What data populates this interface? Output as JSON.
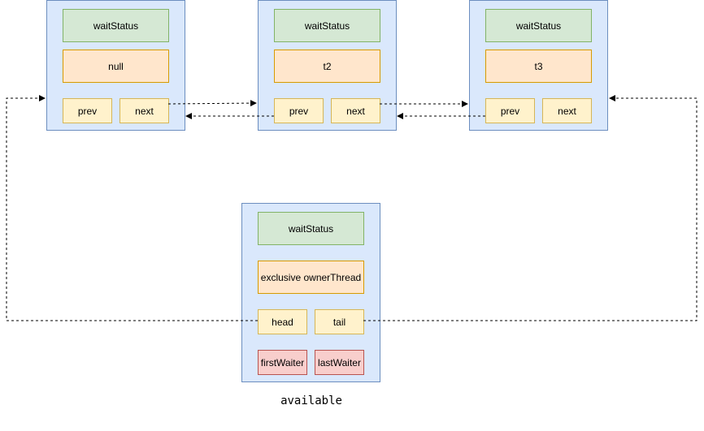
{
  "nodes": [
    {
      "wait_status": "waitStatus",
      "thread": "null",
      "prev": "prev",
      "next": "next"
    },
    {
      "wait_status": "waitStatus",
      "thread": "t2",
      "prev": "prev",
      "next": "next"
    },
    {
      "wait_status": "waitStatus",
      "thread": "t3",
      "prev": "prev",
      "next": "next"
    }
  ],
  "sync": {
    "wait_status": "waitStatus",
    "owner": "exclusive ownerThread",
    "head": "head",
    "tail": "tail",
    "first_waiter": "firstWaiter",
    "last_waiter": "lastWaiter",
    "caption": "available"
  },
  "colors": {
    "node_fill": "#dae8fc",
    "node_stroke": "#6c8ebf",
    "wait_status_fill": "#d5e8d4",
    "thread_fill": "#ffe6cc",
    "pointer_fill": "#fff2cc",
    "waiter_fill": "#f8cecc"
  }
}
